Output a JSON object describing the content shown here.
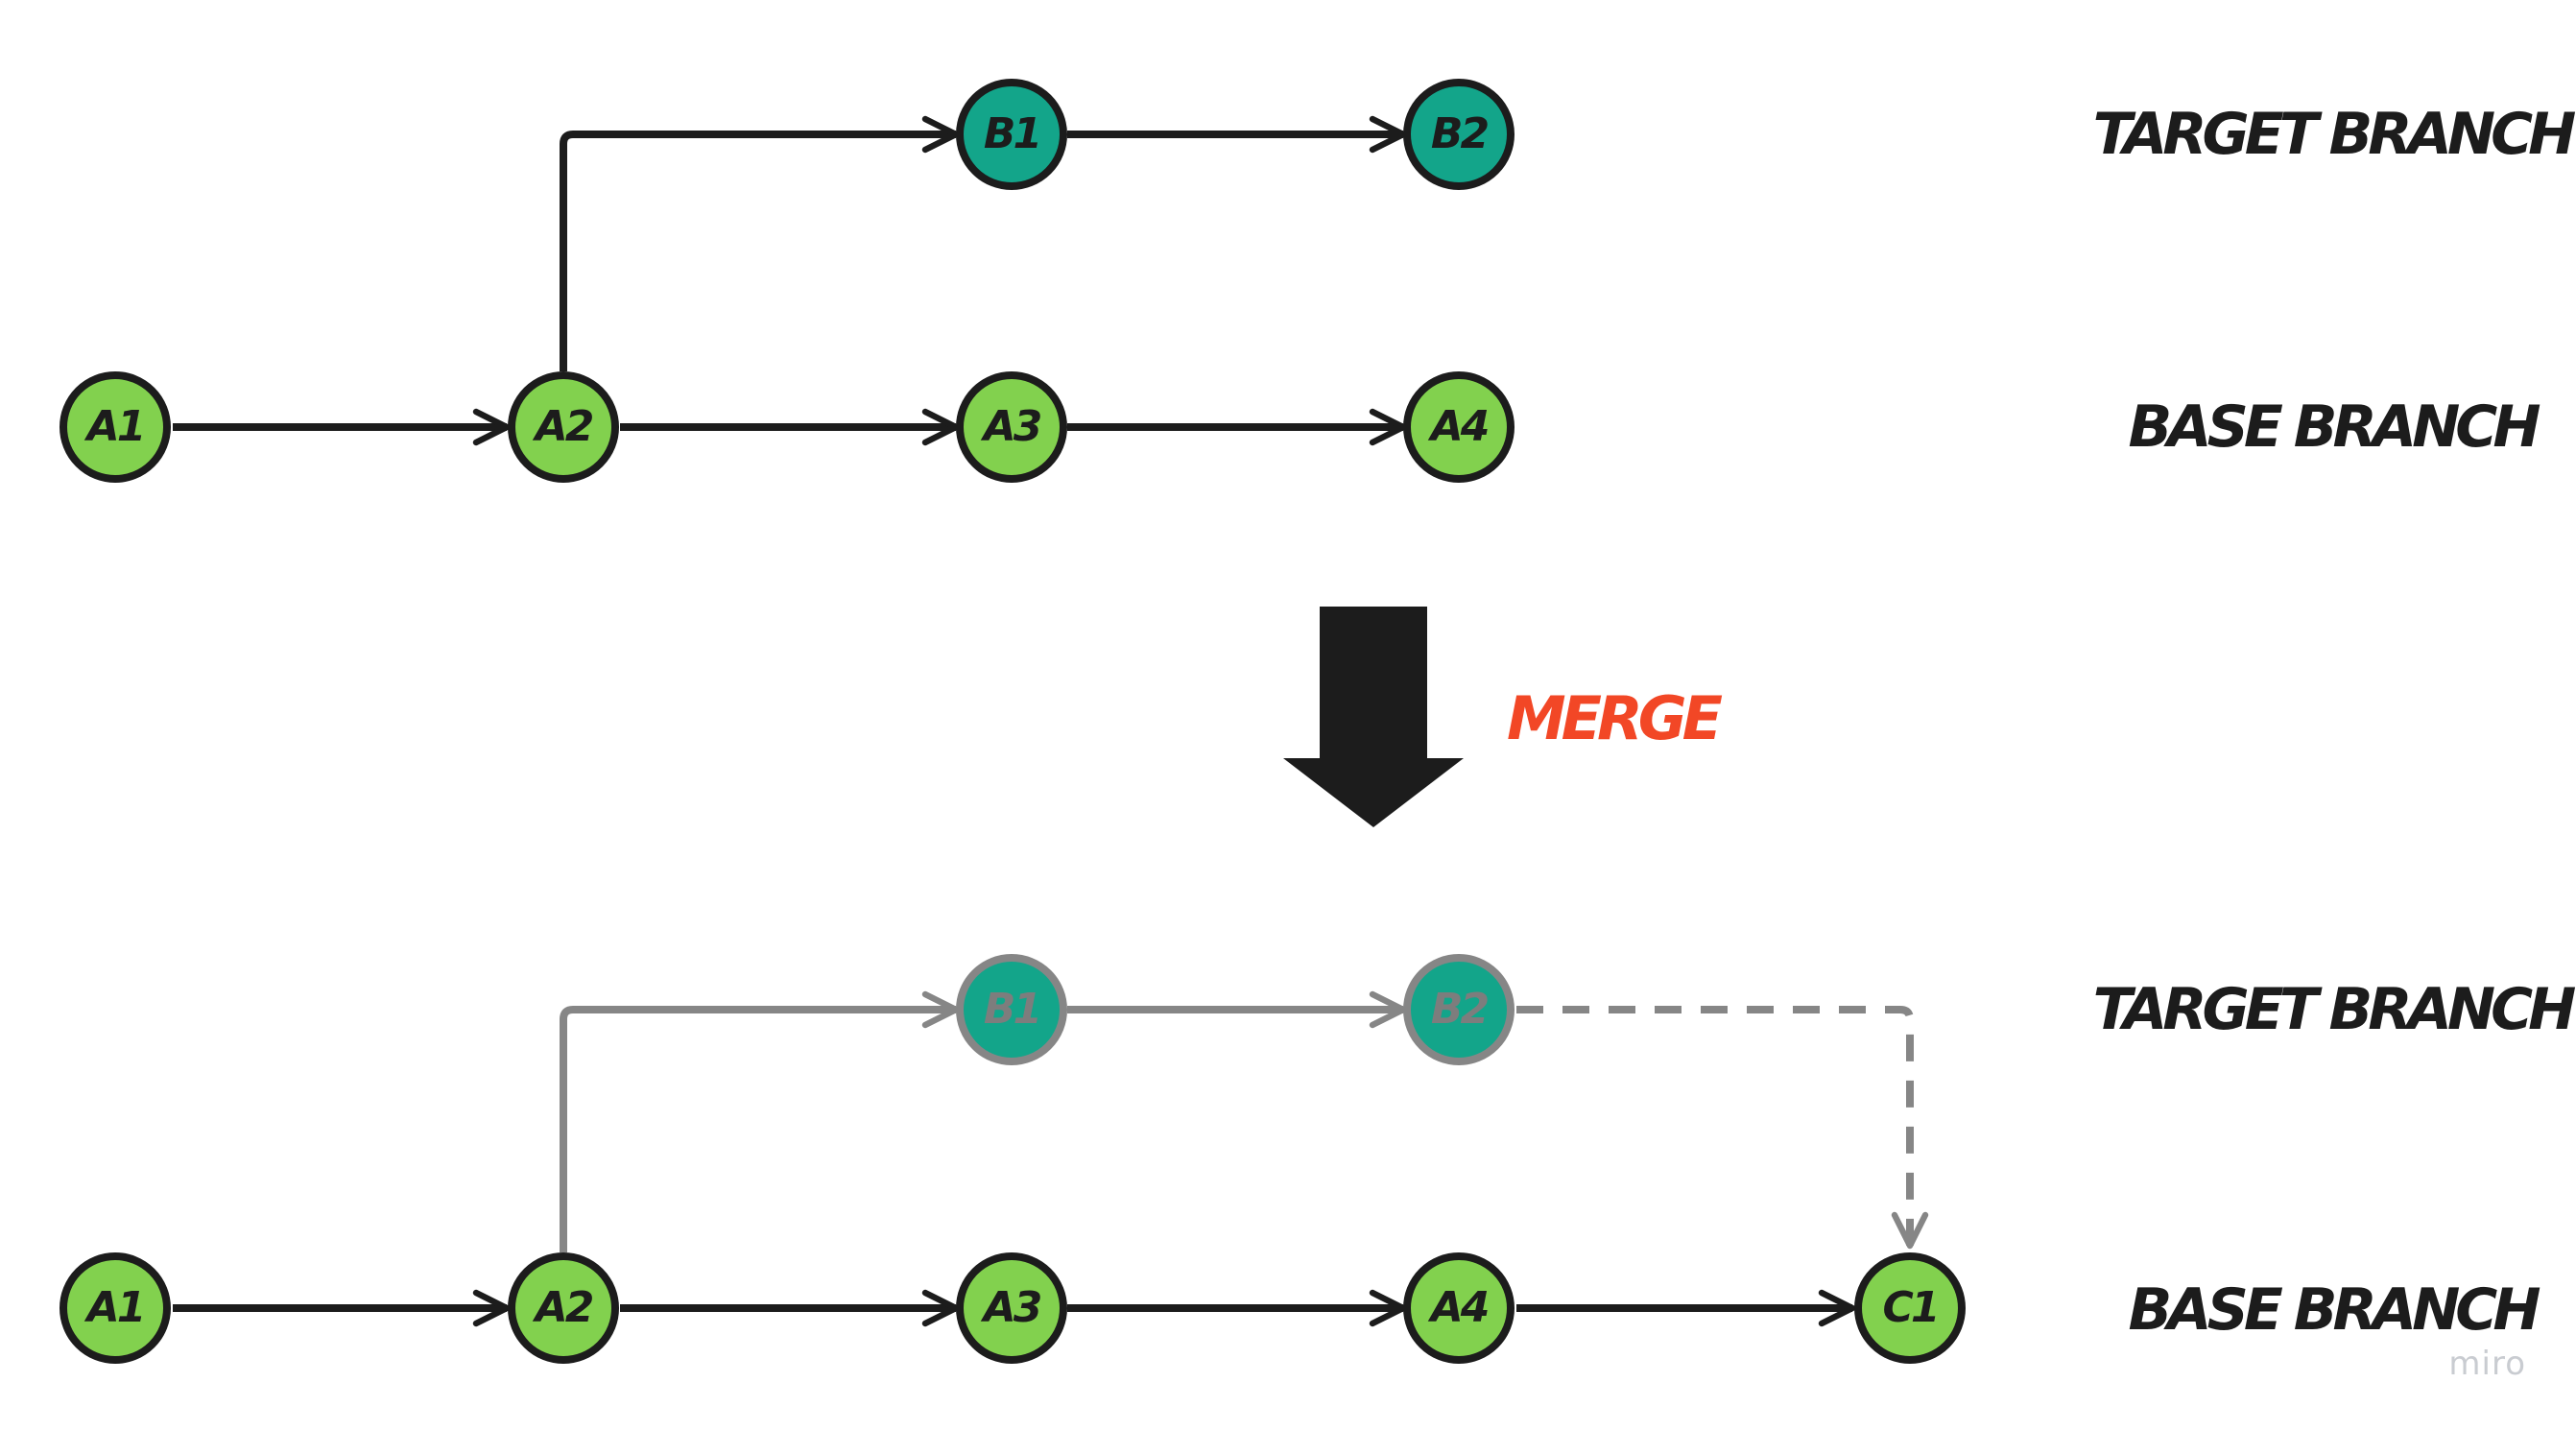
{
  "colors": {
    "edge_active": "#1c1c1c",
    "edge_faded": "#868686",
    "node_green_fill": "#82d14e",
    "node_teal_fill": "#13a58a",
    "node_stroke_active": "#1c1c1c",
    "node_stroke_faded": "#868686",
    "label_active": "#1c1c1c",
    "label_faded": "#7d7d7d",
    "merge_text": "#f24726",
    "merge_arrow": "#1c1c1c",
    "watermark": "#c9ccd1"
  },
  "before": {
    "nodes": [
      {
        "id": "A1",
        "label": "A1",
        "kind": "green"
      },
      {
        "id": "A2",
        "label": "A2",
        "kind": "green"
      },
      {
        "id": "A3",
        "label": "A3",
        "kind": "green"
      },
      {
        "id": "A4",
        "label": "A4",
        "kind": "green"
      },
      {
        "id": "B1",
        "label": "B1",
        "kind": "teal"
      },
      {
        "id": "B2",
        "label": "B2",
        "kind": "teal"
      }
    ],
    "edges": [
      {
        "from": "A1",
        "to": "A2"
      },
      {
        "from": "A2",
        "to": "A3"
      },
      {
        "from": "A3",
        "to": "A4"
      },
      {
        "from": "A2",
        "to": "B1"
      },
      {
        "from": "B1",
        "to": "B2"
      }
    ],
    "target_label": "TARGET BRANCH",
    "base_label": "BASE BRANCH"
  },
  "merge": {
    "label": "MERGE"
  },
  "after": {
    "nodes": [
      {
        "id": "A1",
        "label": "A1",
        "kind": "green",
        "faded": false
      },
      {
        "id": "A2",
        "label": "A2",
        "kind": "green",
        "faded": false
      },
      {
        "id": "A3",
        "label": "A3",
        "kind": "green",
        "faded": false
      },
      {
        "id": "A4",
        "label": "A4",
        "kind": "green",
        "faded": false
      },
      {
        "id": "C1",
        "label": "C1",
        "kind": "green",
        "faded": false
      },
      {
        "id": "B1",
        "label": "B1",
        "kind": "teal",
        "faded": true
      },
      {
        "id": "B2",
        "label": "B2",
        "kind": "teal",
        "faded": true
      }
    ],
    "edges": [
      {
        "from": "A1",
        "to": "A2",
        "style": "solid"
      },
      {
        "from": "A2",
        "to": "A3",
        "style": "solid"
      },
      {
        "from": "A3",
        "to": "A4",
        "style": "solid"
      },
      {
        "from": "A4",
        "to": "C1",
        "style": "solid"
      },
      {
        "from": "A2",
        "to": "B1",
        "style": "faded"
      },
      {
        "from": "B1",
        "to": "B2",
        "style": "faded"
      },
      {
        "from": "B2",
        "to": "C1",
        "style": "dashed"
      }
    ],
    "target_label": "TARGET BRANCH",
    "base_label": "BASE BRANCH"
  },
  "watermark": "miro"
}
